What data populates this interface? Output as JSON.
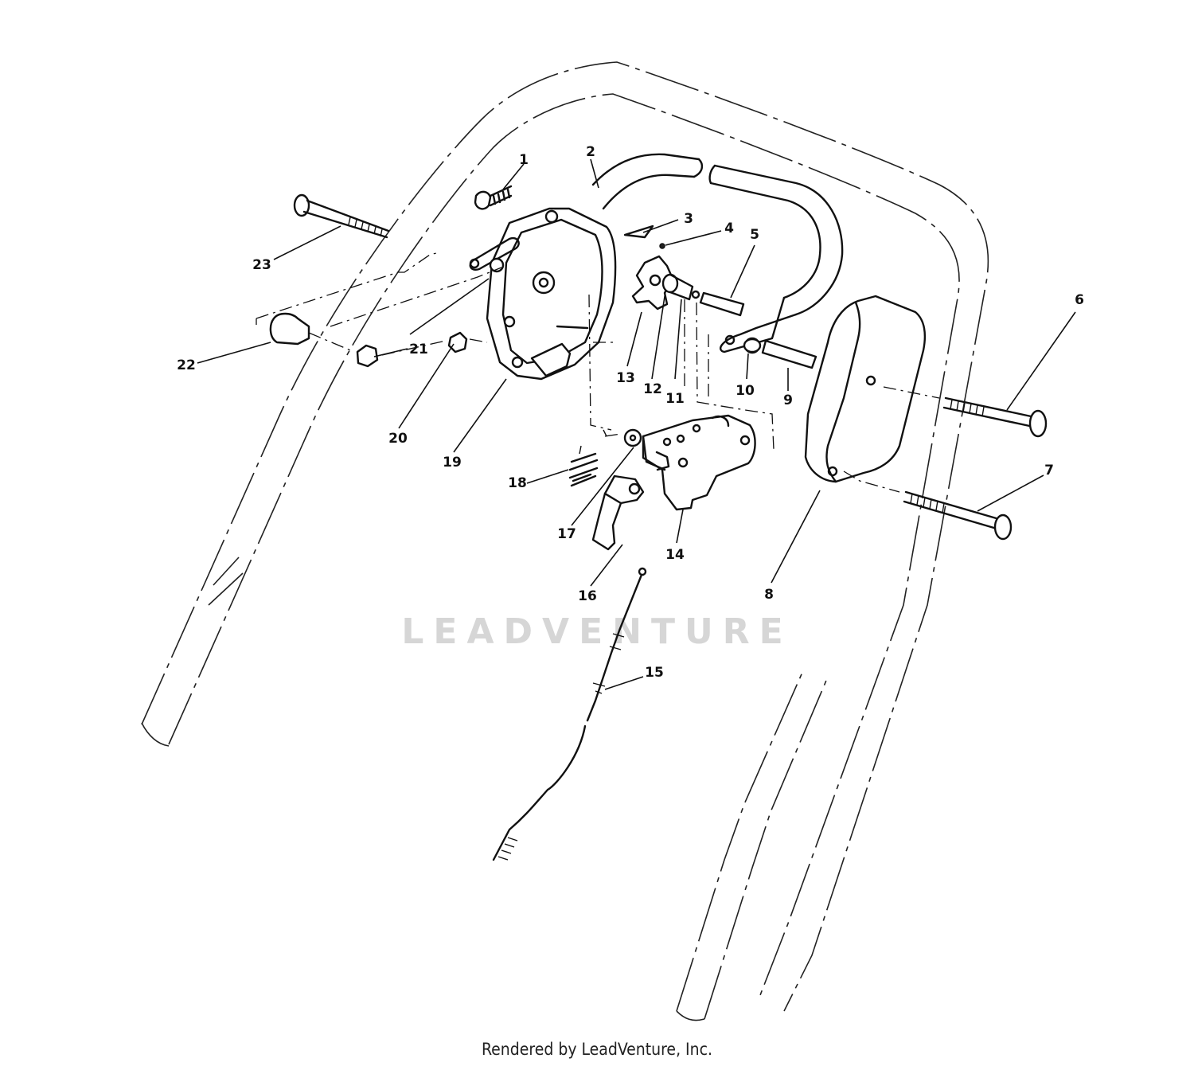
{
  "callouts": [
    {
      "n": "1",
      "label": "1"
    },
    {
      "n": "2",
      "label": "2"
    },
    {
      "n": "3",
      "label": "3"
    },
    {
      "n": "4",
      "label": "4"
    },
    {
      "n": "5",
      "label": "5"
    },
    {
      "n": "6",
      "label": "6"
    },
    {
      "n": "7",
      "label": "7"
    },
    {
      "n": "8",
      "label": "8"
    },
    {
      "n": "9",
      "label": "9"
    },
    {
      "n": "10",
      "label": "10"
    },
    {
      "n": "11",
      "label": "11"
    },
    {
      "n": "12",
      "label": "12"
    },
    {
      "n": "13",
      "label": "13"
    },
    {
      "n": "14",
      "label": "14"
    },
    {
      "n": "15",
      "label": "15"
    },
    {
      "n": "16",
      "label": "16"
    },
    {
      "n": "17",
      "label": "17"
    },
    {
      "n": "18",
      "label": "18"
    },
    {
      "n": "19",
      "label": "19"
    },
    {
      "n": "20",
      "label": "20"
    },
    {
      "n": "21",
      "label": "21"
    },
    {
      "n": "22",
      "label": "22"
    },
    {
      "n": "23",
      "label": "23"
    }
  ],
  "watermark": "LEADVENTURE",
  "footer": "Rendered by LeadVenture, Inc."
}
